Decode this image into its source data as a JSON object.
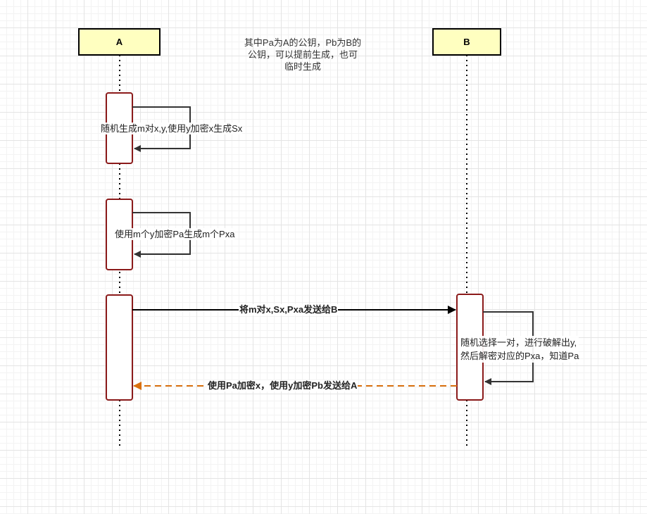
{
  "actors": [
    {
      "id": "A",
      "label": "A"
    },
    {
      "id": "B",
      "label": "B"
    }
  ],
  "note": {
    "lines": [
      "其中Pa为A的公钥，Pb为B的",
      "公钥，可以提前生成，也可",
      "临时生成"
    ]
  },
  "self_messages": [
    {
      "actor": "A",
      "label": "随机生成m对x,y,使用y加密x生成Sx"
    },
    {
      "actor": "A",
      "label": "使用m个y加密Pa生成m个Pxa"
    },
    {
      "actor": "B",
      "lines": [
        "随机选择一对，进行破解出y,",
        "然后解密对应的Pxa，知道Pa"
      ]
    }
  ],
  "messages": [
    {
      "from": "A",
      "to": "B",
      "label": "将m对x,Sx,Pxa发送给B",
      "style": "solid",
      "color": "#000000"
    },
    {
      "from": "B",
      "to": "A",
      "label": "使用Pa加密x，使用y加密Pb发送给A",
      "style": "dashed",
      "color": "#d9700f"
    }
  ],
  "colors": {
    "actor_fill": "#ffffc0",
    "activation_border": "#8b1a1a",
    "self_arrow": "#333333",
    "reply_arrow": "#d9700f"
  }
}
